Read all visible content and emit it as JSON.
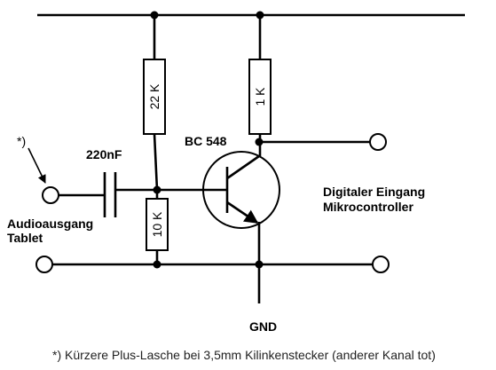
{
  "diagram": {
    "resistor_top_left": "22 K",
    "resistor_top_right": "1 K",
    "resistor_bottom": "10 K",
    "capacitor": "220nF",
    "transistor": "BC 548",
    "footnote_marker": "*)",
    "input_label_line1": "Audioausgang",
    "input_label_line2": "Tablet",
    "output_label_line1": "Digitaler Eingang",
    "output_label_line2": "Mikrocontroller",
    "ground": "GND",
    "footnote": "*) Kürzere Plus-Lasche bei 3,5mm Kilinkenstecker (anderer Kanal tot)"
  }
}
